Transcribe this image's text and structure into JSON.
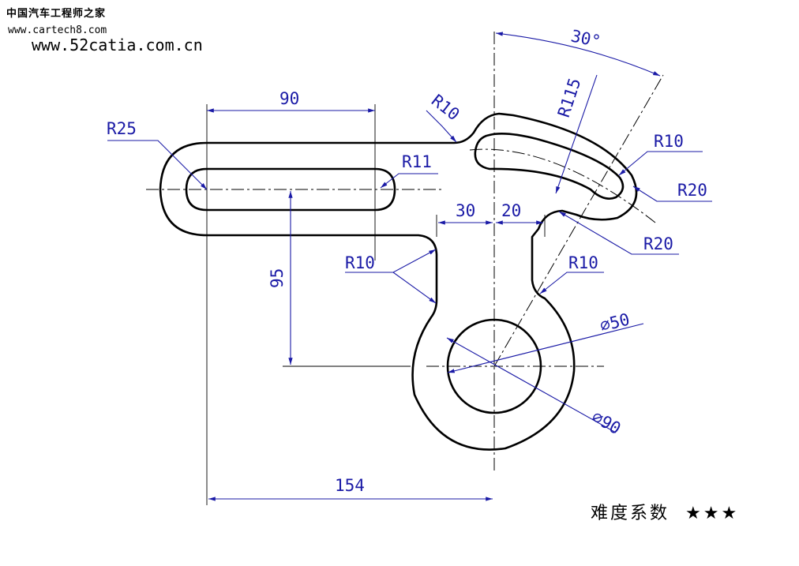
{
  "header": {
    "site_cn": "中国汽车工程师之家",
    "site_url1": "www.cartech8.com",
    "site_url2": "www.52catia.com.cn"
  },
  "dimensions": {
    "angle_30": "30°",
    "r115": "R115",
    "r10_top": "R10",
    "r10_right": "R10",
    "r20_right": "R20",
    "r20_lower": "R20",
    "r25": "R25",
    "r11": "R11",
    "w90": "90",
    "w30": "30",
    "w20": "20",
    "h95": "95",
    "r10_left": "R10",
    "r10_mid": "R10",
    "d50": "∅50",
    "d90": "∅90",
    "w154": "154"
  },
  "footer": {
    "difficulty_label": "难度系数",
    "stars": "★★★"
  },
  "colors": {
    "dimension": "#1a1aa6",
    "outline": "#000000"
  }
}
